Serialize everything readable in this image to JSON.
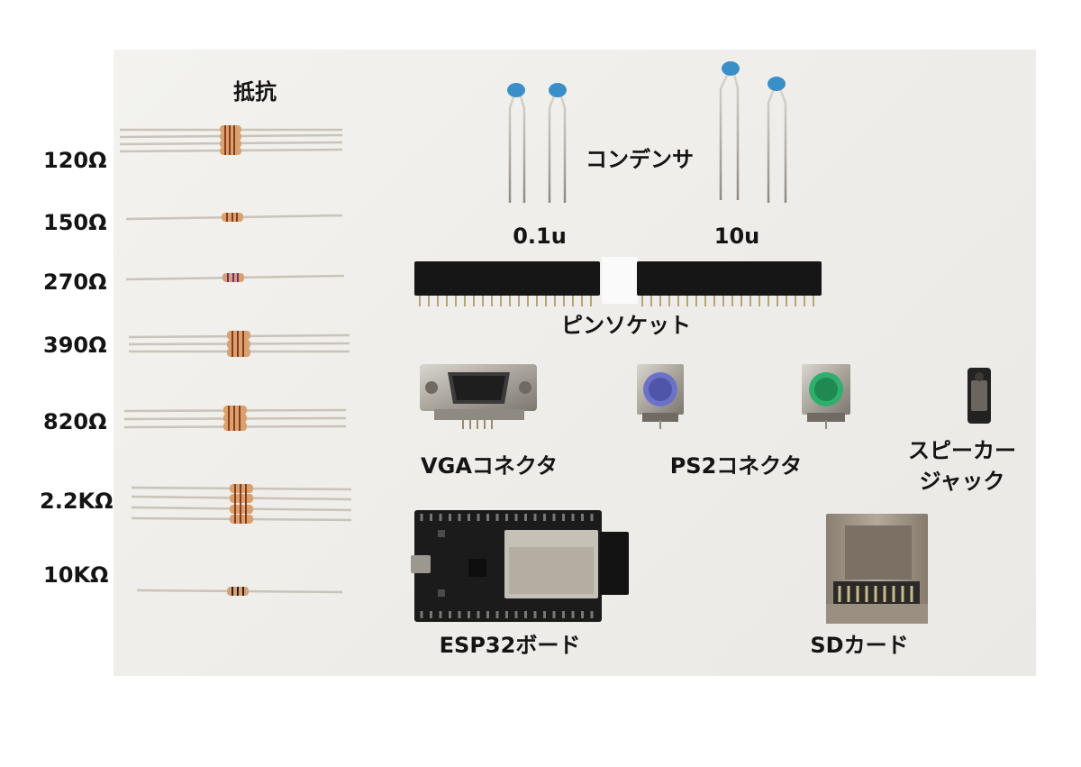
{
  "colors": {
    "background": "#f0eeea",
    "resistor_body": "#d9a070",
    "capacitor": "#3a8fc9",
    "vga_body": "#4a78c0",
    "ps2_mouse": "#6c72c8",
    "ps2_keyboard": "#2fae6c",
    "board": "#1b1b1b"
  },
  "labels": {
    "resistors": "抵抗",
    "capacitors": "コンデンサ",
    "cap_small": "0.1u",
    "cap_large": "10u",
    "pin_socket": "ピンソケット",
    "vga": "VGAコネクタ",
    "ps2": "PS2コネクタ",
    "speaker_line1": "スピーカー",
    "speaker_line2": "ジャック",
    "esp32": "ESP32ボード",
    "sd": "SDカード"
  },
  "resistor_values": {
    "r1": "120Ω",
    "r2": "150Ω",
    "r3": "270Ω",
    "r4": "390Ω",
    "r5": "820Ω",
    "r6": "2.2KΩ",
    "r7": "10KΩ"
  }
}
